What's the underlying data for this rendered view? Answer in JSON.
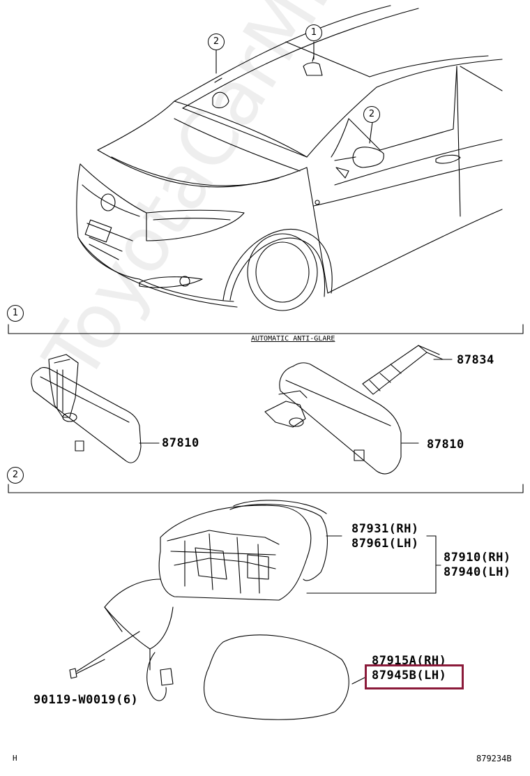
{
  "callouts": {
    "c1": "1",
    "c2": "2"
  },
  "sections": {
    "s1": {
      "number": "1",
      "annotation": "AUTOMATIC ANTI-GLARE"
    },
    "s2": {
      "number": "2"
    }
  },
  "parts": {
    "p87834": "87834",
    "p87810_left": "87810",
    "p87810_right": "87810",
    "p87931": "87931(RH)",
    "p87961": "87961(LH)",
    "p87910": "87910(RH)",
    "p87940": "87940(LH)",
    "p87915": "87915A(RH)",
    "p87945": "87945B(LH)",
    "p90119": "90119-W0019(6)"
  },
  "footer": {
    "left": "H",
    "right": "879234B"
  },
  "watermark": "ToyotaCarMine.ru",
  "colors": {
    "highlight": "#8b1a3a",
    "ink": "#000000"
  }
}
